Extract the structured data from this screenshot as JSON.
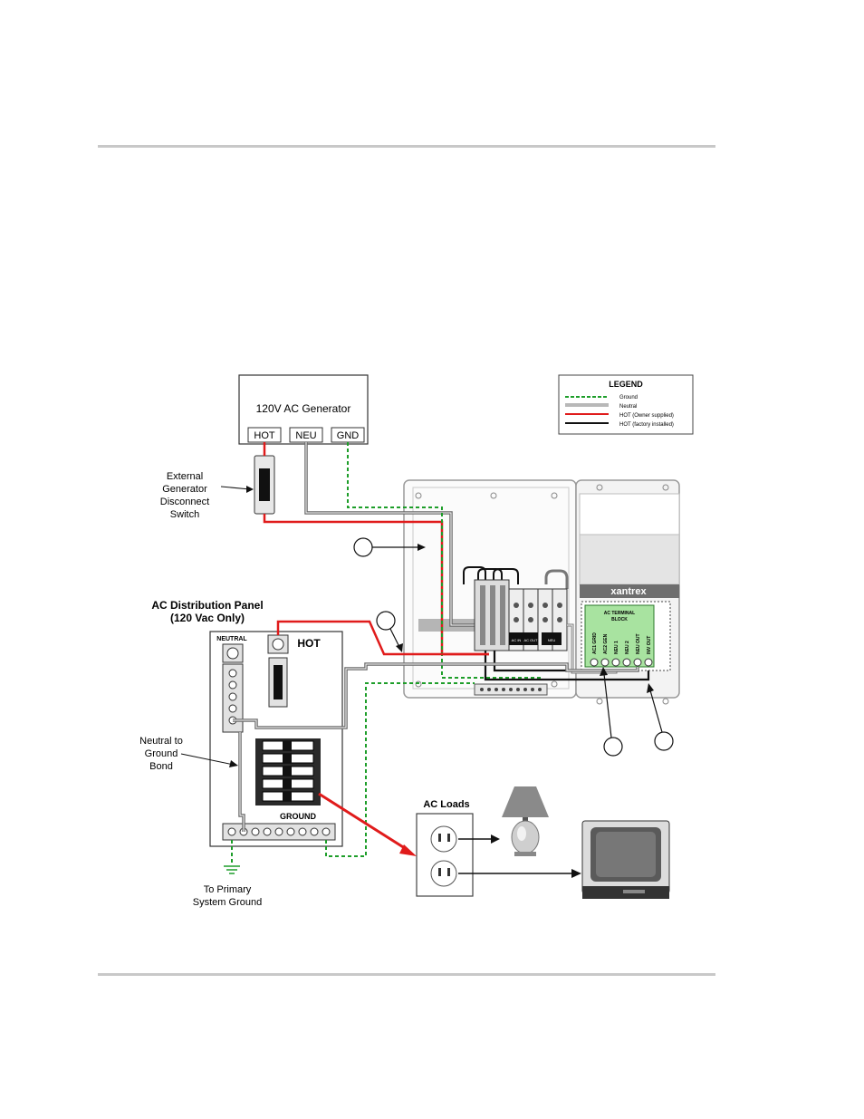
{
  "generator": {
    "title": "120V AC Generator",
    "terminals": [
      "HOT",
      "NEU",
      "GND"
    ]
  },
  "disconnect_label": [
    "External",
    "Generator",
    "Disconnect",
    "Switch"
  ],
  "legend": {
    "title": "LEGEND",
    "items": [
      {
        "label": "Ground",
        "color": "#1e9e2a",
        "style": "dashed"
      },
      {
        "label": "Neutral",
        "color": "#707070",
        "style": "double"
      },
      {
        "label": "HOT (Owner supplied)",
        "color": "#e01b1b",
        "style": "solid"
      },
      {
        "label": "HOT (factory installed)",
        "color": "#111111",
        "style": "solid"
      }
    ]
  },
  "panel": {
    "title_line1": "AC Distribution Panel",
    "title_line2": "(120 Vac Only)",
    "neutral_label": "NEUTRAL",
    "hot_label": "HOT",
    "ground_label": "GROUND"
  },
  "bond_label": [
    "Neutral to",
    "Ground",
    "Bond"
  ],
  "ground_caption": [
    "To Primary",
    "System Ground"
  ],
  "loads_label": "AC Loads",
  "brand": "xantrex",
  "terminal_block": {
    "title_line1": "AC TERMINAL",
    "title_line2": "BLOCK",
    "terminals": [
      "AC1 GRID",
      "AC2 GEN",
      "NEU 1",
      "NEU 2",
      "NEU OUT",
      "INV OUT"
    ]
  },
  "breaker_labels": [
    "AC IN",
    "AC OUT",
    "NEU"
  ]
}
